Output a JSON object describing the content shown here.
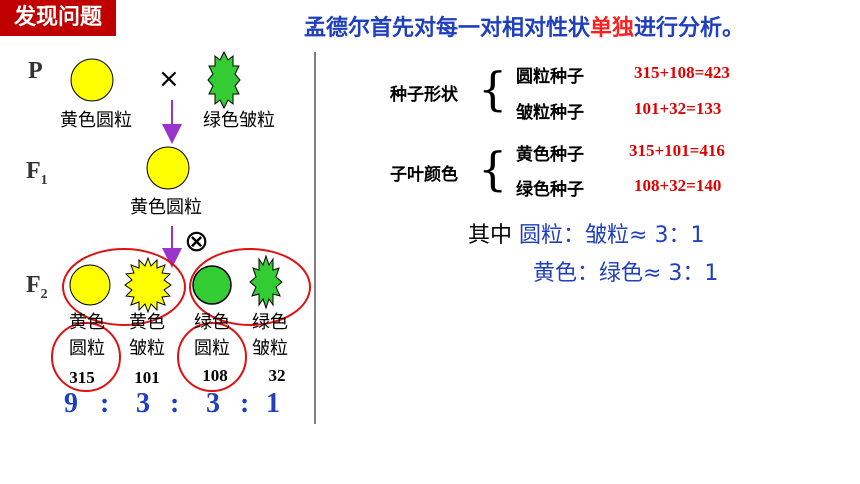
{
  "tag": "发现问题",
  "headline": {
    "pre": "孟德尔首先对每一对相对性状",
    "highlight": "单独",
    "post": "进行分析。"
  },
  "left": {
    "gen_p": "P",
    "gen_f1": {
      "base": "F",
      "sub": "1"
    },
    "gen_f2": {
      "base": "F",
      "sub": "2"
    },
    "cross_symbol": "×",
    "self_symbol": "⊗",
    "p_labels": [
      "黄色圆粒",
      "绿色皱粒"
    ],
    "f1_label": "黄色圆粒",
    "f2": [
      {
        "top": "黄色",
        "bottom": "圆粒",
        "count": "315",
        "ratio": "9"
      },
      {
        "top": "黄色",
        "bottom": "皱粒",
        "count": "101",
        "ratio": "3"
      },
      {
        "top": "绿色",
        "bottom": "圆粒",
        "count": "108",
        "ratio": "3"
      },
      {
        "top": "绿色",
        "bottom": "皱粒",
        "count": "32",
        "ratio": "1"
      }
    ],
    "ratio_sep": ":"
  },
  "right": {
    "groups": [
      {
        "trait": "种子形状",
        "rows": [
          {
            "name": "圆粒种子",
            "eq": "315+108=423"
          },
          {
            "name": "皱粒种子",
            "eq": "101+32=133"
          }
        ]
      },
      {
        "trait": "子叶颜色",
        "rows": [
          {
            "name": "黄色种子",
            "eq": "315+101=416"
          },
          {
            "name": "绿色种子",
            "eq": "108+32=140"
          }
        ]
      }
    ],
    "summary": {
      "lead": "其中",
      "line1": "圆粒：皱粒≈ 3：1",
      "line2": "黄色：绿色≈ 3：1"
    }
  },
  "colors": {
    "yellow": "#ffff00",
    "green": "#33cc33",
    "ring": "#e01010",
    "arrow": "#9933cc",
    "title_blue": "#1f3fbf",
    "tag_red": "#c00000"
  }
}
